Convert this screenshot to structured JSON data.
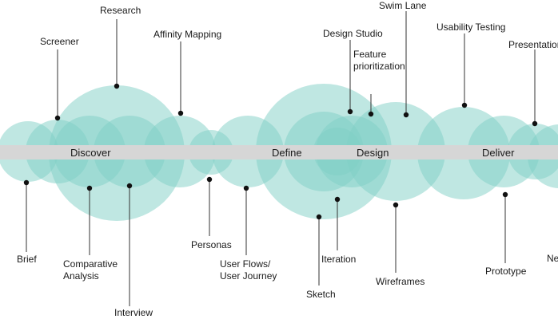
{
  "phases": {
    "discover": "Discover",
    "define": "Define",
    "design": "Design",
    "deliver": "Deliver"
  },
  "activities": {
    "research": "Research",
    "screener": "Screener",
    "affinity_mapping": "Affinity Mapping",
    "design_studio": "Design Studio",
    "feature_line1": "Feature",
    "feature_line2": "prioritization",
    "swim_lane": "Swim Lane",
    "usability_testing": "Usability Testing",
    "presentation": "Presentation",
    "brief": "Brief",
    "comparative_line1": "Comparative",
    "comparative_line2": "Analysis",
    "interview": "Interview",
    "personas": "Personas",
    "user_flows_line1": "User Flows/",
    "user_flows_line2": "User Journey",
    "sketch": "Sketch",
    "iteration": "Iteration",
    "wireframes": "Wireframes",
    "prototype": "Prototype",
    "ne": "Ne"
  },
  "colors": {
    "bubble": "#7fd0c6",
    "band": "#d6d6d6",
    "leader": "#333333",
    "dot": "#111111"
  }
}
